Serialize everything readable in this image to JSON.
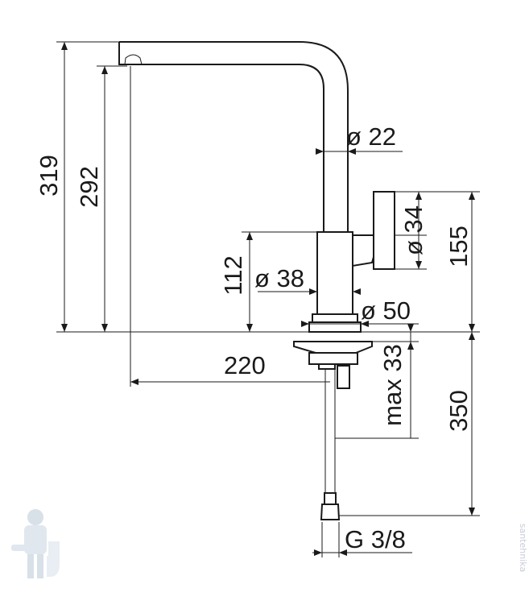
{
  "drawing": {
    "dimensions": {
      "total_height": "319",
      "spout_height": "292",
      "spout_reach": "220",
      "body_height": "112",
      "spout_diameter": "ø 22",
      "body_diameter": "ø 38",
      "lever_diameter": "ø 34",
      "lever_height": "155",
      "base_diameter": "ø 50",
      "deck_thickness": "max 33",
      "hose_length": "350",
      "thread": "G 3/8"
    },
    "watermark": {
      "side_text": "santehnika",
      "logo_icon": "plumber-mascot-icon"
    }
  }
}
